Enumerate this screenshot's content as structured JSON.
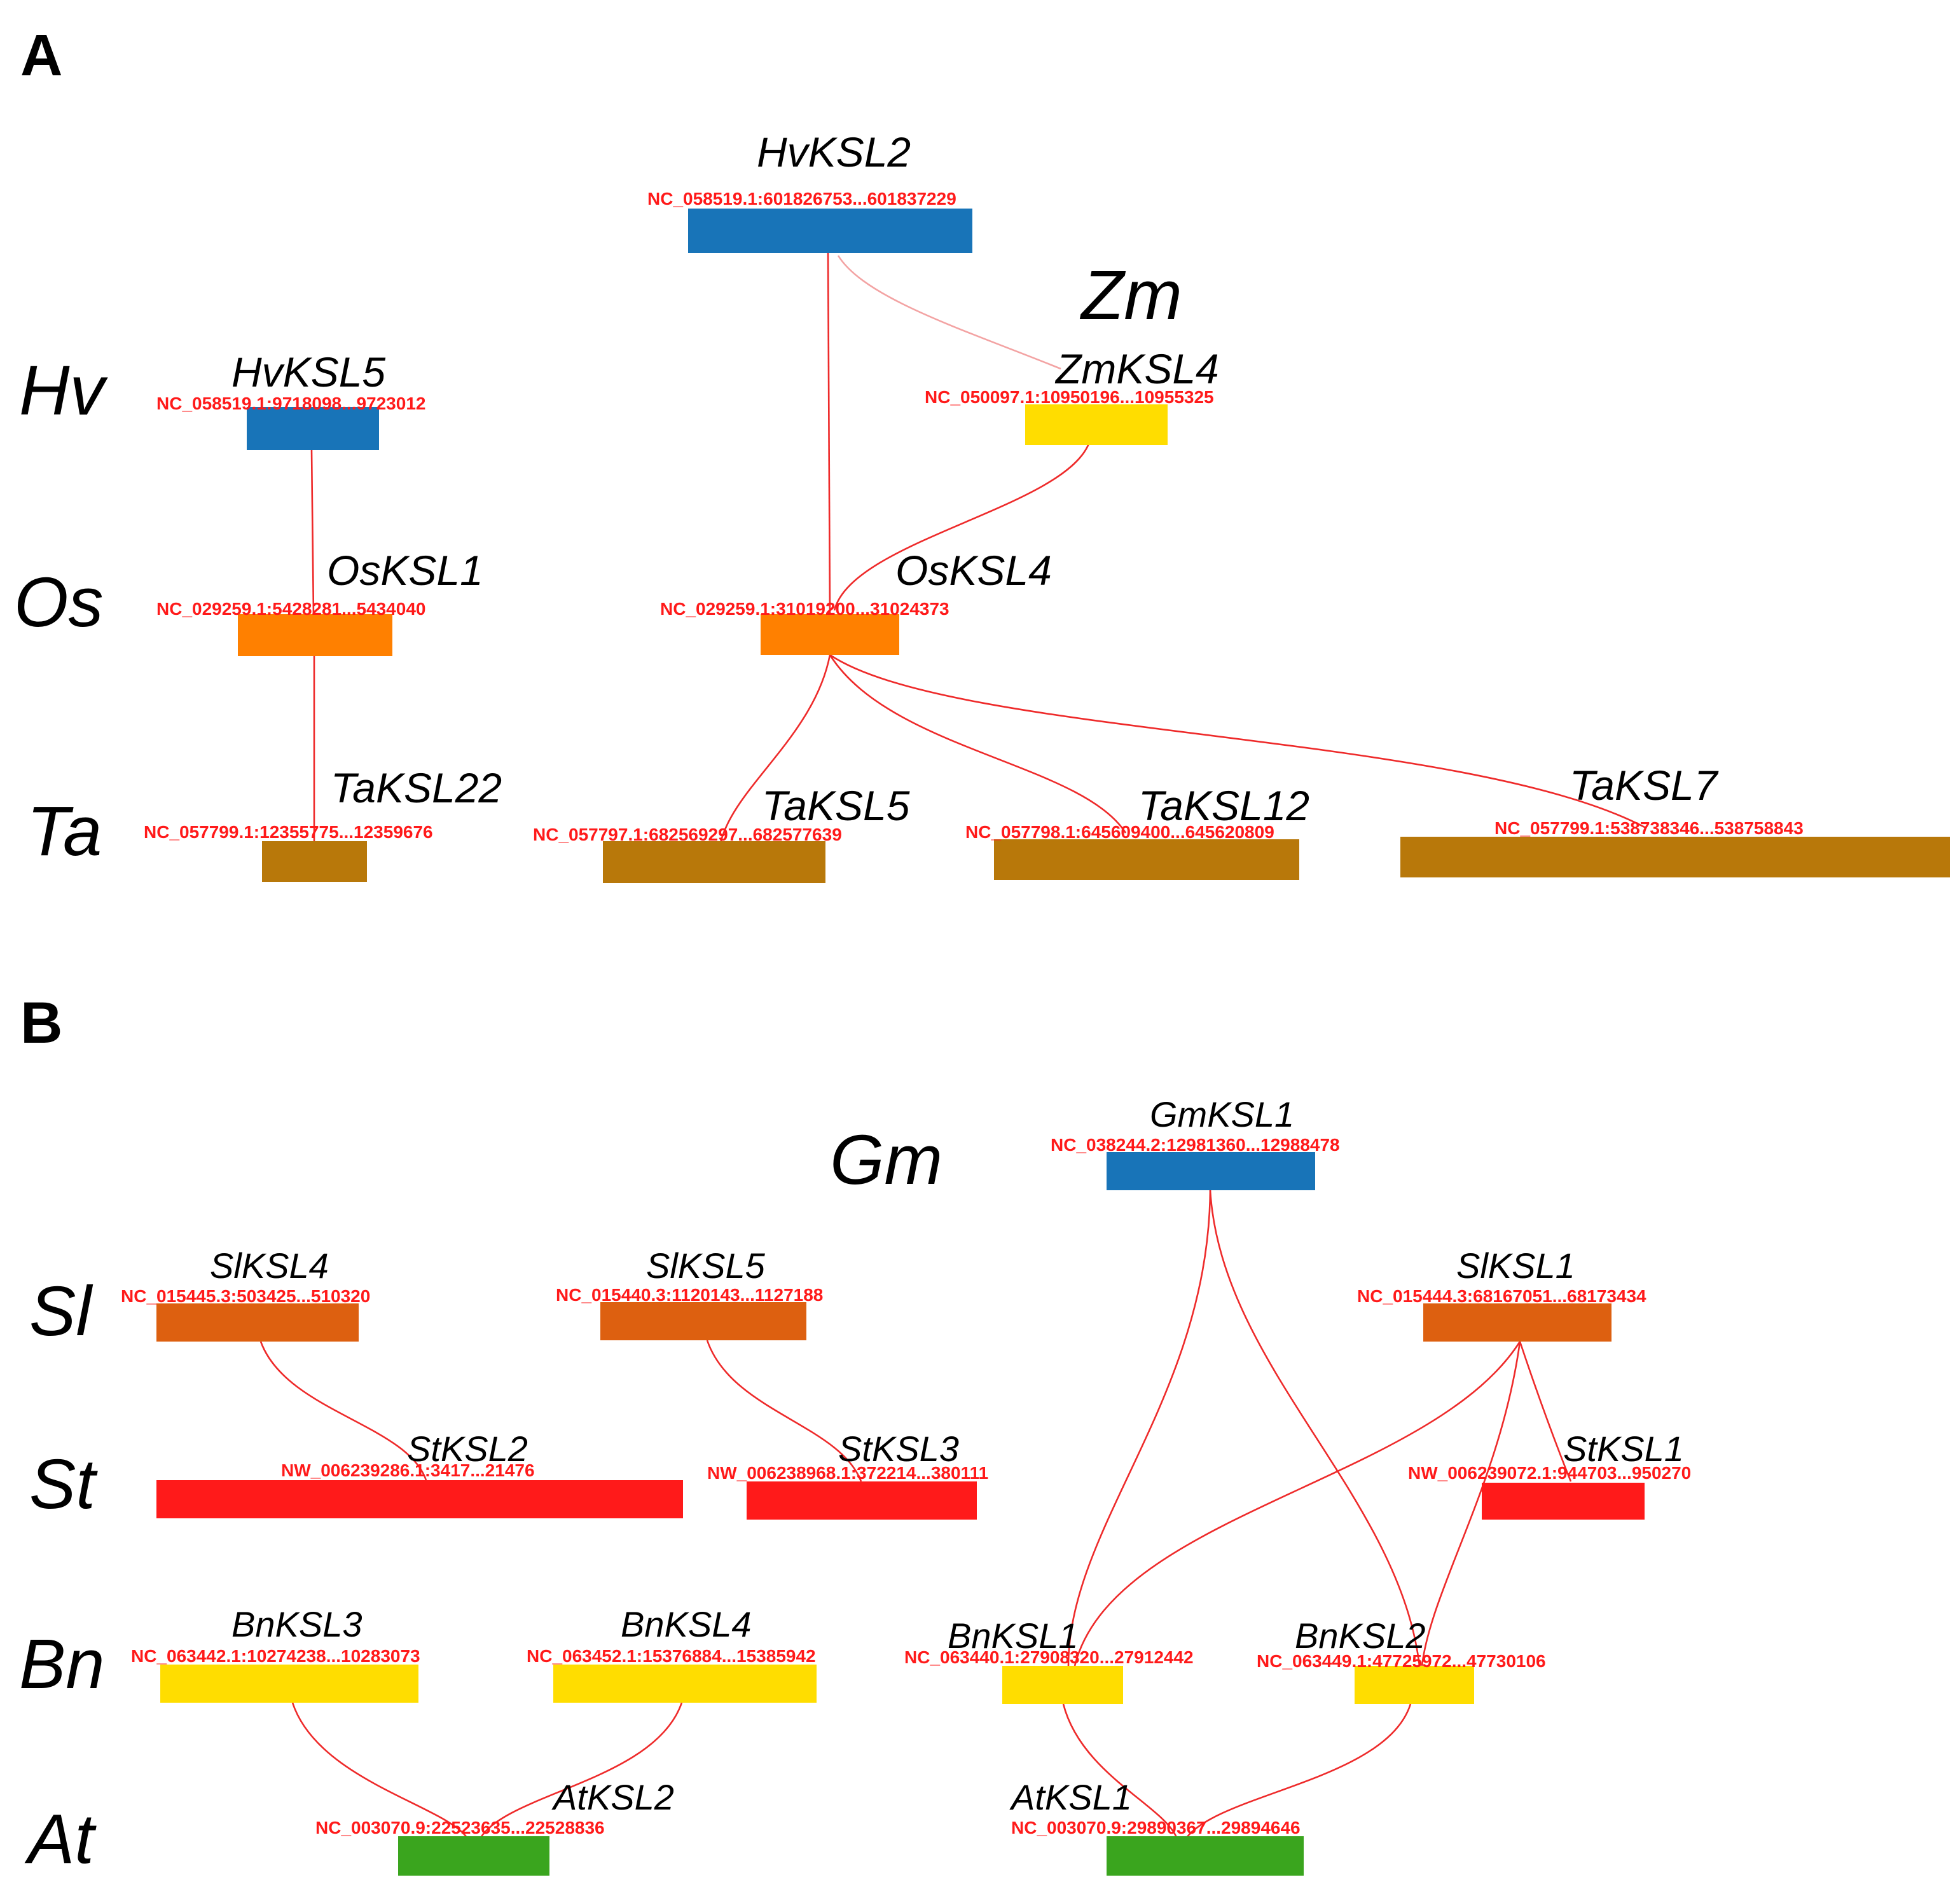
{
  "panels": [
    {
      "label": "A",
      "species": [
        "Hv",
        "Os",
        "Ta",
        "Zm"
      ],
      "genes": [
        {
          "name": "HvKSL2",
          "coords": "NC_058519.1:601826753...601837229",
          "color": "#1874b8"
        },
        {
          "name": "HvKSL5",
          "coords": "NC_058519.1:9718098...9723012",
          "color": "#1874b8"
        },
        {
          "name": "ZmKSL4",
          "coords": "NC_050097.1:10950196...10955325",
          "color": "#ffdd00"
        },
        {
          "name": "OsKSL1",
          "coords": "NC_029259.1:5428281...5434040",
          "color": "#ff8000"
        },
        {
          "name": "OsKSL4",
          "coords": "NC_029259.1:31019200...31024373",
          "color": "#ff8000"
        },
        {
          "name": "TaKSL22",
          "coords": "NC_057799.1:12355775...12359676",
          "color": "#b8780a"
        },
        {
          "name": "TaKSL5",
          "coords": "NC_057797.1:682569297...682577639",
          "color": "#b8780a"
        },
        {
          "name": "TaKSL12",
          "coords": "NC_057798.1:645609400...645620809",
          "color": "#b8780a"
        },
        {
          "name": "TaKSL7",
          "coords": "NC_057799.1:538738346...538758843",
          "color": "#b8780a"
        }
      ]
    },
    {
      "label": "B",
      "species": [
        "Gm",
        "Sl",
        "St",
        "Bn",
        "At"
      ],
      "genes": [
        {
          "name": "GmKSL1",
          "coords": "NC_038244.2:12981360...12988478",
          "color": "#1874b8"
        },
        {
          "name": "SlKSL4",
          "coords": "NC_015445.3:503425...510320",
          "color": "#dd6010"
        },
        {
          "name": "SlKSL5",
          "coords": "NC_015440.3:1120143...1127188",
          "color": "#dd6010"
        },
        {
          "name": "SlKSL1",
          "coords": "NC_015444.3:68167051...68173434",
          "color": "#dd6010"
        },
        {
          "name": "StKSL2",
          "coords": "NW_006239286.1:3417...21476",
          "color": "#ff1a1a"
        },
        {
          "name": "StKSL3",
          "coords": "NW_006238968.1:372214...380111",
          "color": "#ff1a1a"
        },
        {
          "name": "StKSL1",
          "coords": "NW_006239072.1:944703...950270",
          "color": "#ff1a1a"
        },
        {
          "name": "BnKSL3",
          "coords": "NC_063442.1:10274238...10283073",
          "color": "#ffdd00"
        },
        {
          "name": "BnKSL4",
          "coords": "NC_063452.1:15376884...15385942",
          "color": "#ffdd00"
        },
        {
          "name": "BnKSL1",
          "coords": "NC_063440.1:27908320...27912442",
          "color": "#ffdd00"
        },
        {
          "name": "BnKSL2",
          "coords": "NC_063449.1:47725972...47730106",
          "color": "#ffdd00"
        },
        {
          "name": "AtKSL2",
          "coords": "NC_003070.9:22523635...22528836",
          "color": "#3aa51e"
        },
        {
          "name": "AtKSL1",
          "coords": "NC_003070.9:29890367...29894646",
          "color": "#3aa51e"
        }
      ]
    }
  ],
  "link_color": "#ee2a2a"
}
